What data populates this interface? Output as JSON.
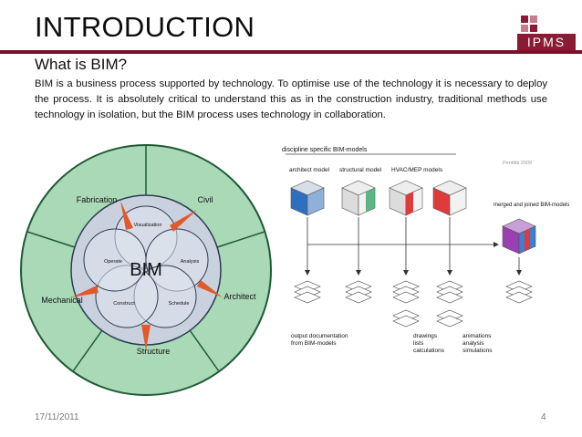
{
  "slide": {
    "title": "INTRODUCTION",
    "subtitle": "What is BIM?",
    "paragraph": "BIM is a business process supported by technology. To optimise use of the technology it is necessary to deploy the process. It is absolutely critical to understand this as in the construction industry, traditional methods use technology in isolation, but the BIM process uses technology in collaboration.",
    "footer_date": "17/11/2011",
    "page_number": "4"
  },
  "logo": {
    "text": "IPMS",
    "color": "#8b1a35"
  },
  "bim_wheel": {
    "center_label": "BIM",
    "outer_segments": [
      "Fabrication",
      "Civil",
      "Architect",
      "Structure",
      "Mechanical"
    ],
    "inner_petals": [
      "Visualization",
      "Analysis",
      "Schedule",
      "Construct",
      "Operate"
    ],
    "colors": {
      "outer": "#a9d9b6",
      "inner": "#c9d1de",
      "arrows": "#e25a2c"
    }
  },
  "flowchart": {
    "heading": "discipline specific BIM-models",
    "credit": "Penttilä 2009",
    "models": [
      "architect model",
      "structural model",
      "HVAC/MEP models"
    ],
    "merged_label": "merged and joined BIM-models",
    "output_label": "output documentation from BIM-models",
    "outputs_mid": "drawings lists calculations",
    "outputs_right": "animations analysis simulations"
  }
}
